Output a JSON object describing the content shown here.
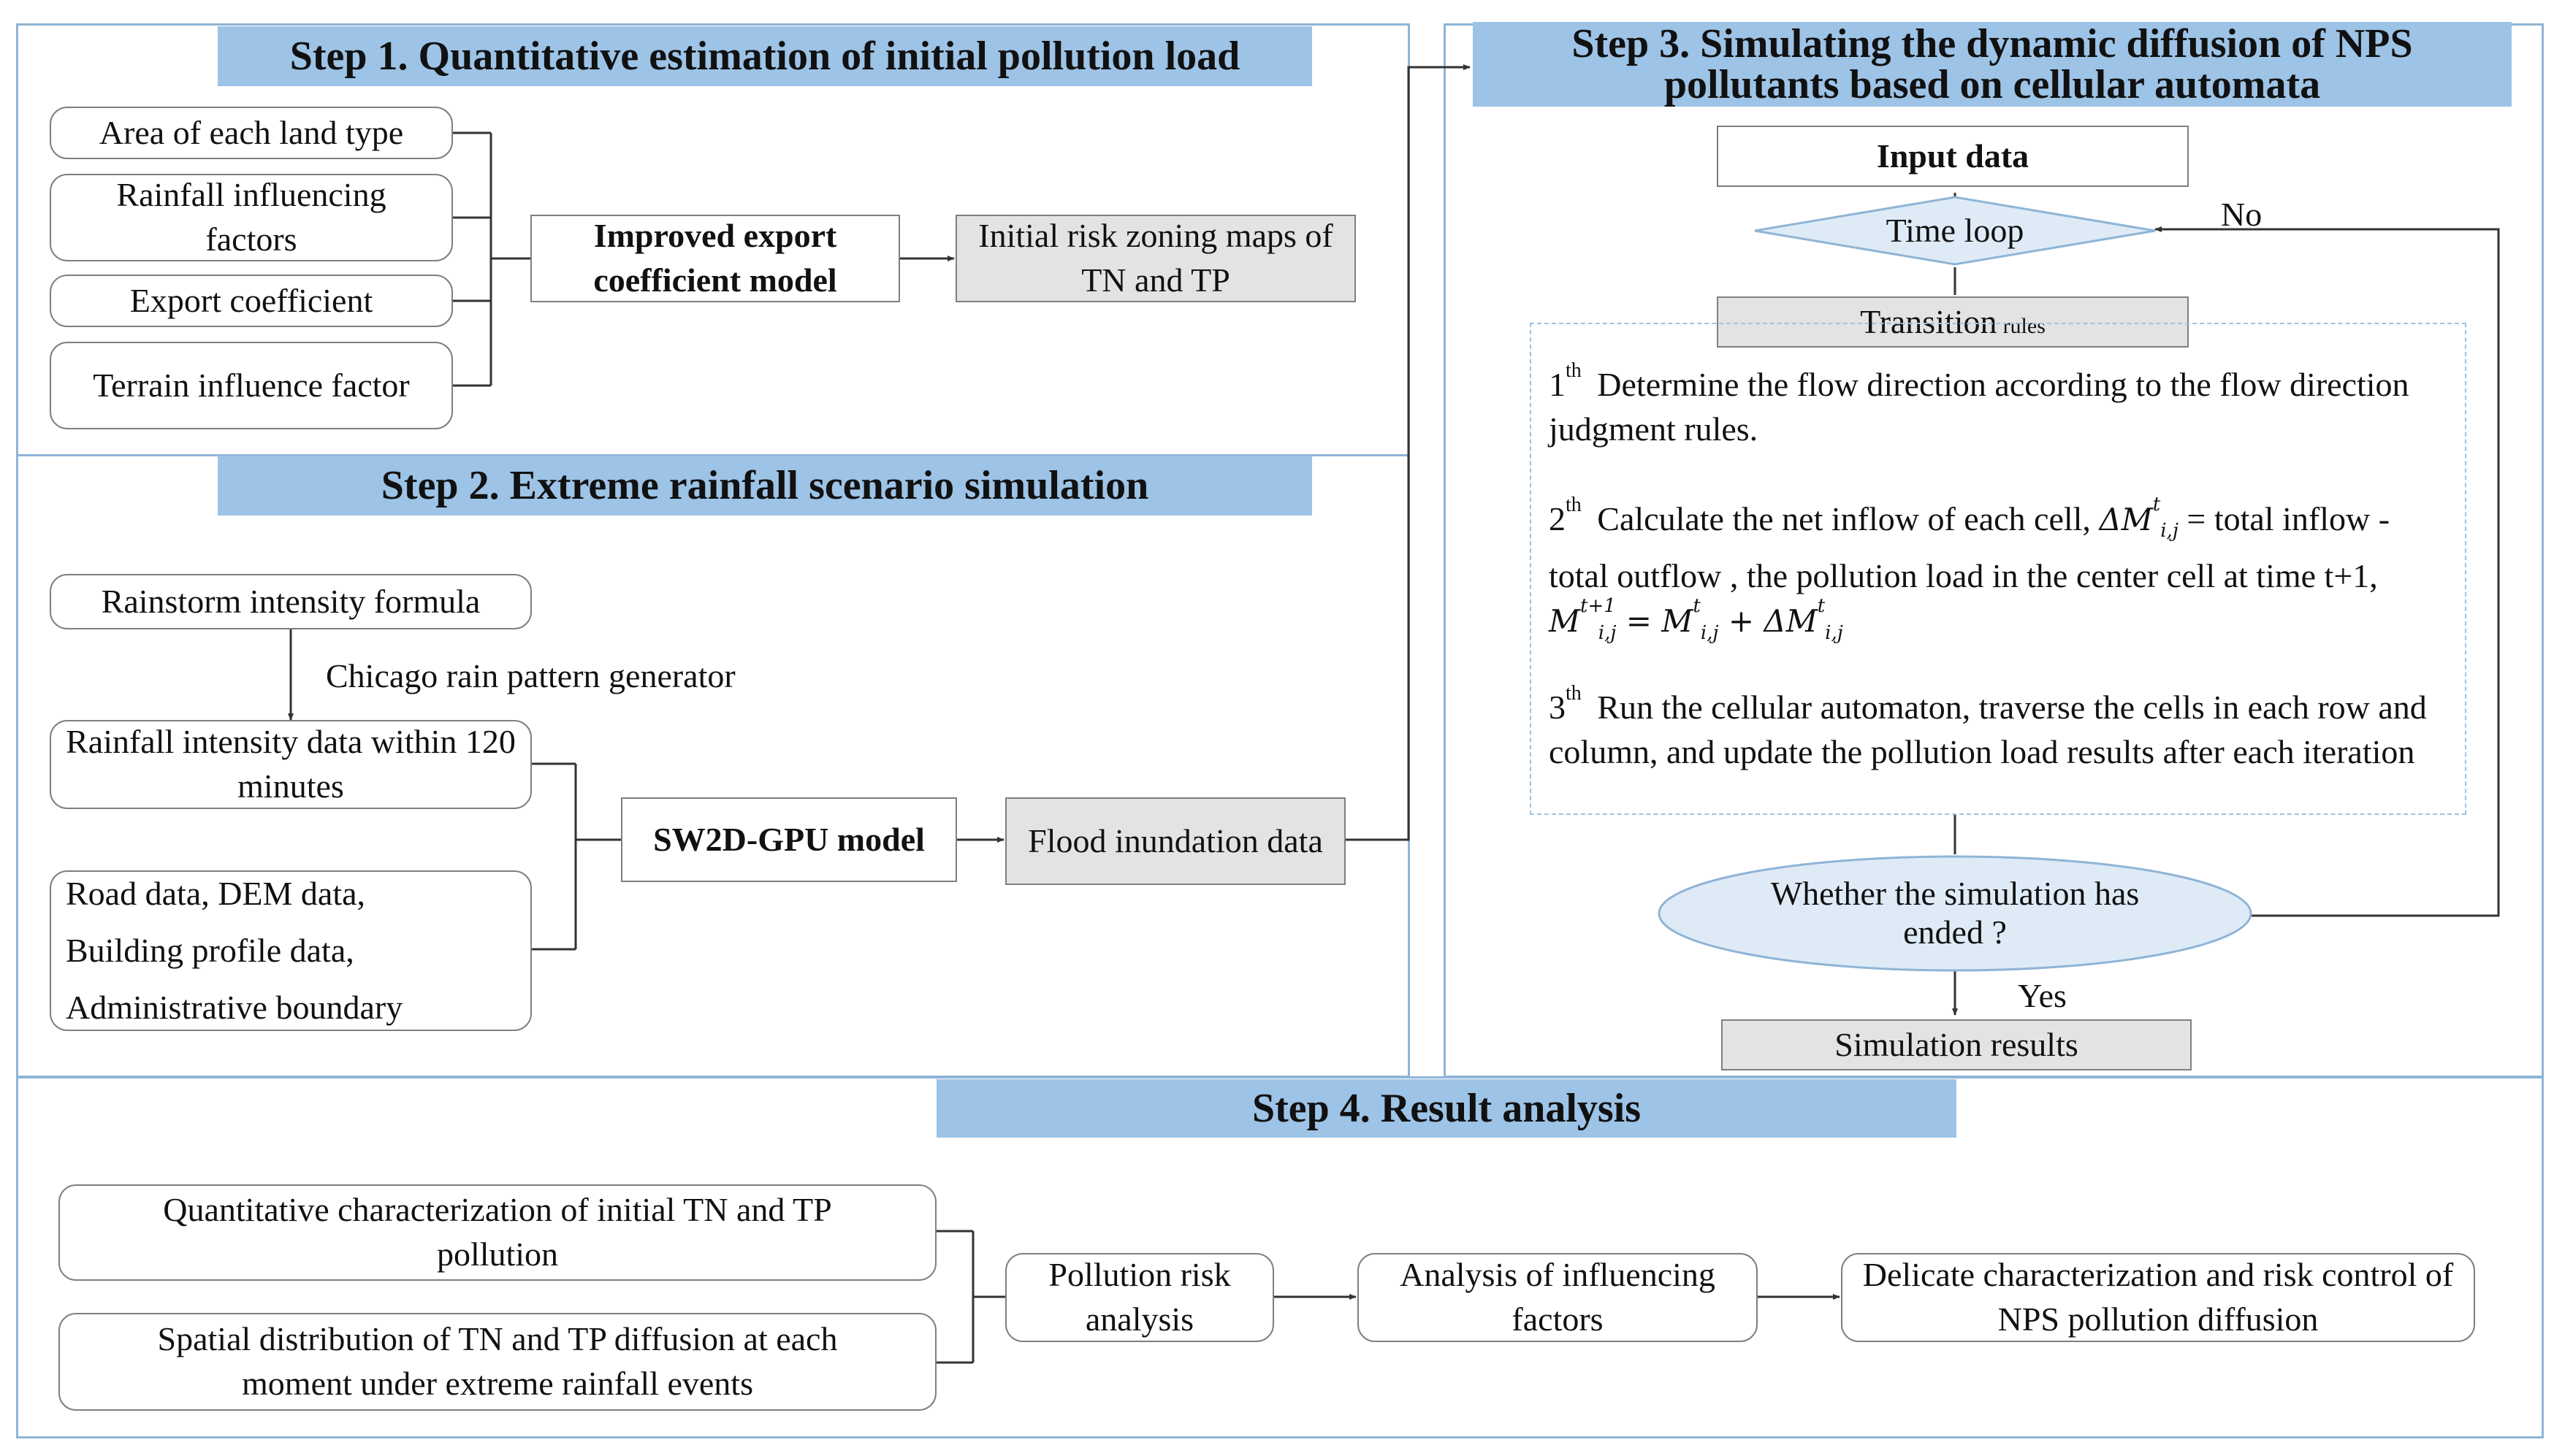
{
  "step1": {
    "header": "Step 1. Quantitative estimation of initial pollution load",
    "inputs": [
      "Area of each land type",
      "Rainfall influencing factors",
      "Export coefficient",
      "Terrain influence factor"
    ],
    "model": "Improved export coefficient model",
    "output": "Initial risk zoning maps of TN and TP"
  },
  "step2": {
    "header": "Step 2. Extreme rainfall scenario simulation",
    "formula": "Rainstorm intensity formula",
    "generator": "Chicago rain pattern generator",
    "intensity": "Rainfall intensity data within 120 minutes",
    "other_data": [
      "Road data, DEM data,",
      "Building profile data,",
      "Administrative boundary"
    ],
    "model": "SW2D-GPU model",
    "output": "Flood inundation data"
  },
  "step3": {
    "header": "Step 3. Simulating the dynamic diffusion of NPS pollutants based on cellular automata",
    "input": "Input data",
    "loop": "Time loop",
    "no": "No",
    "transition": "Transition",
    "transition_small": "rules",
    "rules": {
      "r1_num": "1",
      "r1_sup": "th",
      "r1_text": "Determine the flow direction according to the flow direction judgment rules.",
      "r2_num": "2",
      "r2_sup": "th",
      "r2_text_a": "Calculate the net inflow of each cell, ",
      "r2_text_b": " = total inflow - total outflow , the pollution load in the center cell at time t+1, ",
      "r3_num": "3",
      "r3_sup": "th",
      "r3_text": "Run the cellular automaton, traverse the cells in each row and column, and update the pollution load results after each iteration"
    },
    "decision": "Whether the simulation has ended ?",
    "yes": "Yes",
    "results": "Simulation results"
  },
  "step4": {
    "header": "Step 4. Result analysis",
    "input1": "Quantitative characterization of initial TN and TP pollution",
    "input2": "Spatial distribution of TN and TP diffusion at each moment under extreme rainfall events",
    "risk": "Pollution risk analysis",
    "factors": "Analysis of influencing factors",
    "control": "Delicate characterization and risk control of NPS pollution diffusion"
  },
  "colors": {
    "header_fill": "#9dc3e6",
    "panel_border": "#8fb4d6",
    "box_gray": "#e3e3e3",
    "diamond_fill": "#deebf7"
  }
}
